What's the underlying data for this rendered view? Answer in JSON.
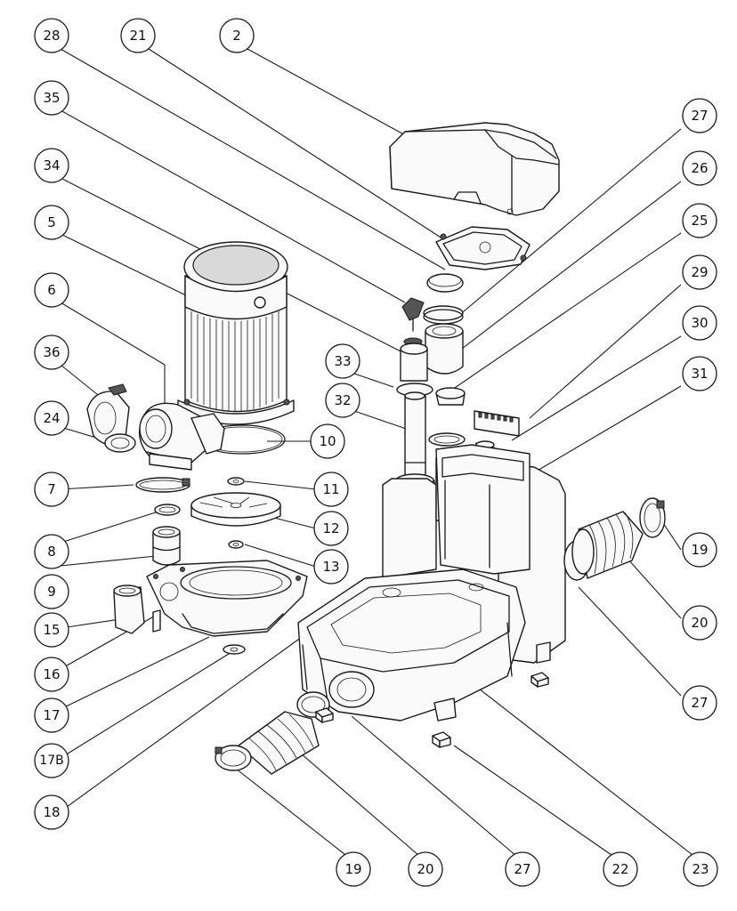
{
  "callouts": [
    {
      "id": "c28",
      "label": "28"
    },
    {
      "id": "c21",
      "label": "21"
    },
    {
      "id": "c2",
      "label": "2"
    },
    {
      "id": "c35",
      "label": "35"
    },
    {
      "id": "c27a",
      "label": "27"
    },
    {
      "id": "c34",
      "label": "34"
    },
    {
      "id": "c26",
      "label": "26"
    },
    {
      "id": "c5",
      "label": "5"
    },
    {
      "id": "c25",
      "label": "25"
    },
    {
      "id": "c6",
      "label": "6"
    },
    {
      "id": "c29",
      "label": "29"
    },
    {
      "id": "c30",
      "label": "30"
    },
    {
      "id": "c36",
      "label": "36"
    },
    {
      "id": "c33",
      "label": "33"
    },
    {
      "id": "c31",
      "label": "31"
    },
    {
      "id": "c32",
      "label": "32"
    },
    {
      "id": "c24",
      "label": "24"
    },
    {
      "id": "c10",
      "label": "10"
    },
    {
      "id": "c7",
      "label": "7"
    },
    {
      "id": "c11",
      "label": "11"
    },
    {
      "id": "c12",
      "label": "12"
    },
    {
      "id": "c8",
      "label": "8"
    },
    {
      "id": "c19a",
      "label": "19"
    },
    {
      "id": "c13",
      "label": "13"
    },
    {
      "id": "c9",
      "label": "9"
    },
    {
      "id": "c20a",
      "label": "20"
    },
    {
      "id": "c15",
      "label": "15"
    },
    {
      "id": "c16",
      "label": "16"
    },
    {
      "id": "c27b",
      "label": "27"
    },
    {
      "id": "c17",
      "label": "17"
    },
    {
      "id": "c17b",
      "label": "17B"
    },
    {
      "id": "c18",
      "label": "18"
    },
    {
      "id": "c19b",
      "label": "19"
    },
    {
      "id": "c20b",
      "label": "20"
    },
    {
      "id": "c27c",
      "label": "27"
    },
    {
      "id": "c22",
      "label": "22"
    },
    {
      "id": "c23",
      "label": "23"
    }
  ]
}
